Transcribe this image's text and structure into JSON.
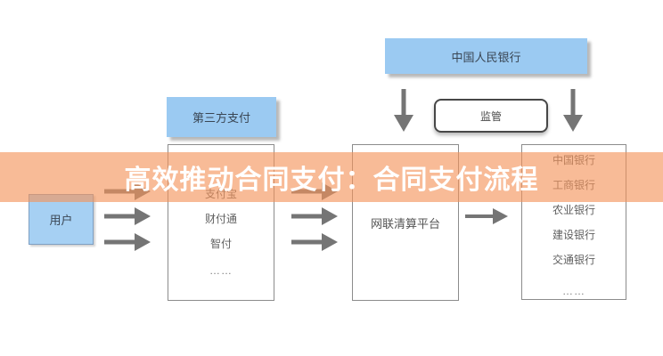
{
  "banner": {
    "title": "高效推动合同支付：合同支付流程",
    "overlay_color": "#f4945a",
    "text_color": "#ffffff"
  },
  "nodes": {
    "central_bank": {
      "label": "中国人民银行"
    },
    "supervision": {
      "label": "监管"
    },
    "third_party_header": {
      "label": "第三方支付"
    },
    "user": {
      "label": "用户"
    },
    "third_party_list": {
      "items": [
        "支付宝",
        "财付通",
        "智付",
        "……"
      ]
    },
    "clearing_platform": {
      "label": "网联清算平台"
    },
    "banks": {
      "items": [
        "中国银行",
        "工商银行",
        "农业银行",
        "建设银行",
        "交通银行",
        "……"
      ]
    }
  },
  "colors": {
    "node_fill_blue": "#9bcaf2",
    "user_fill_blue": "#a6d0f3",
    "arrow_gray": "#757575",
    "box_border_gray": "#8c8c8c",
    "list_text_gray": "#5f5f5f",
    "supervision_border": "#474747"
  }
}
